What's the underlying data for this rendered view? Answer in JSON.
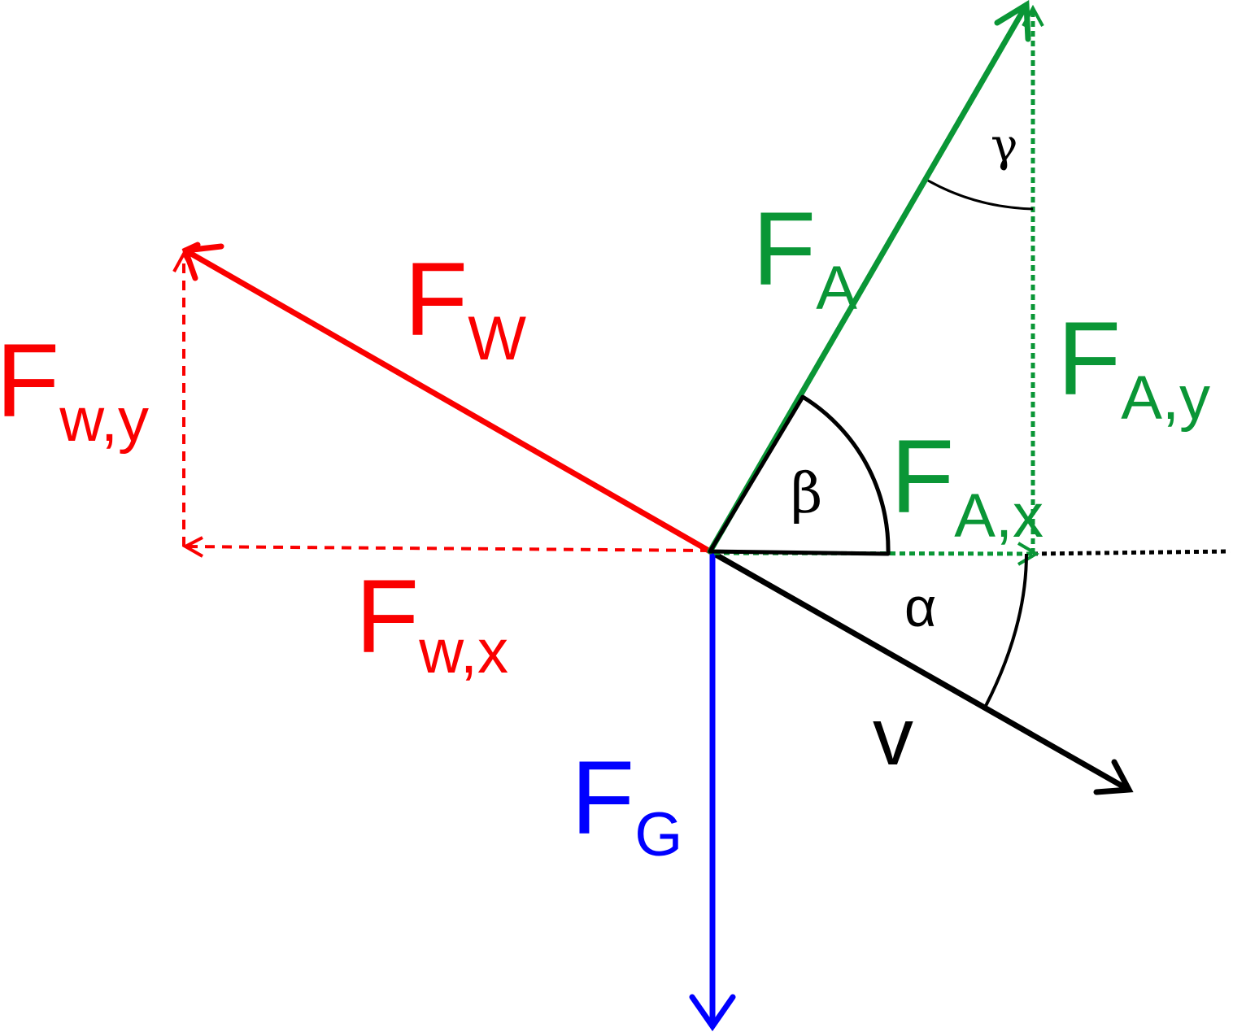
{
  "colors": {
    "lift": "#0a9636",
    "drag": "#fa0000",
    "gravity": "#0000ff",
    "velocity": "#000000"
  },
  "labels": {
    "lift": {
      "main": "F",
      "sub": "A"
    },
    "lift_y": {
      "main": "F",
      "sub": "A,y"
    },
    "lift_x": {
      "main": "F",
      "sub": "A,x"
    },
    "drag": {
      "main": "F",
      "sub": "W"
    },
    "drag_y": {
      "main": "F",
      "sub": "w,y"
    },
    "drag_x": {
      "main": "F",
      "sub": "w,x"
    },
    "gravity": {
      "main": "F",
      "sub": "G"
    },
    "velocity": "v"
  },
  "angles": {
    "alpha": "α",
    "beta": "β",
    "gamma": "γ"
  }
}
